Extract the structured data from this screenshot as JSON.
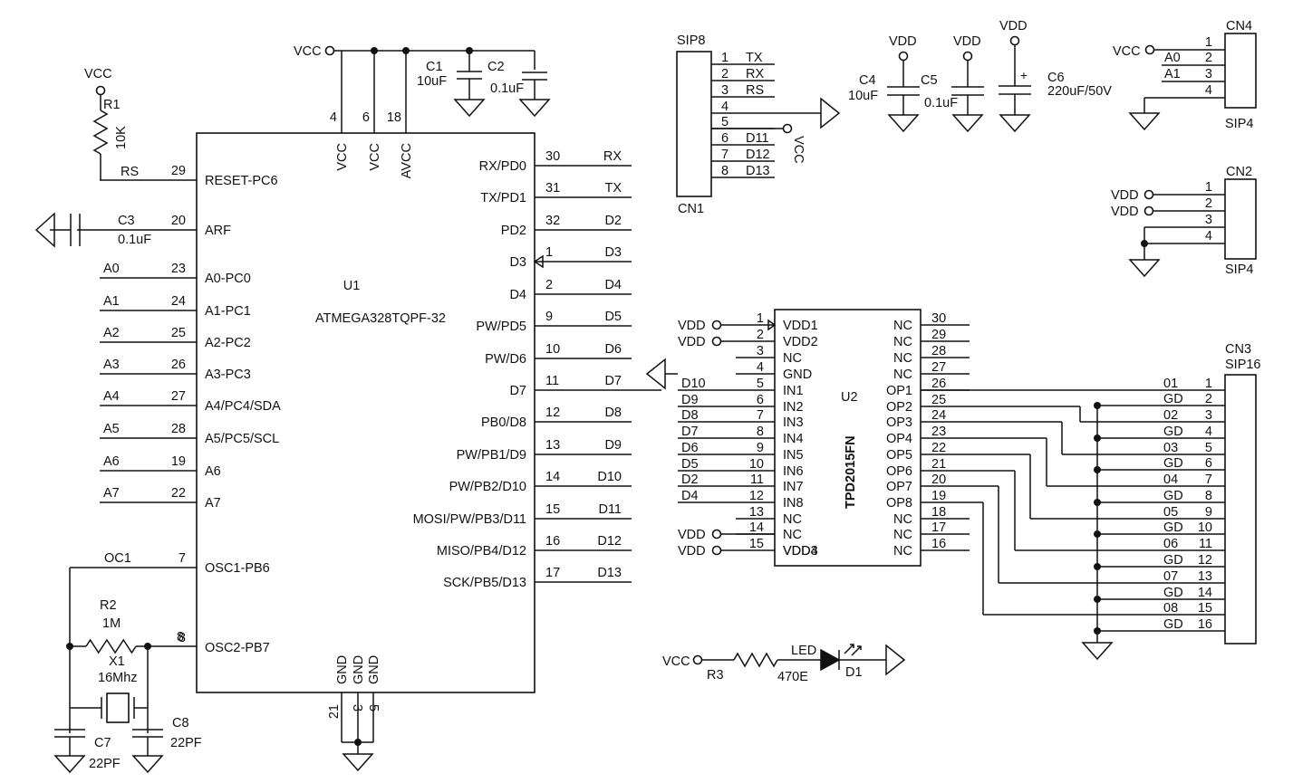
{
  "u1": {
    "ref": "U1",
    "part": "ATMEGA328TQPF-32",
    "left_pins": [
      {
        "num": "29",
        "name": "RESET-PC6",
        "net": "RS"
      },
      {
        "num": "20",
        "name": "ARF",
        "net": "C3"
      },
      {
        "num": "23",
        "name": "A0-PC0",
        "net": "A0"
      },
      {
        "num": "24",
        "name": "A1-PC1",
        "net": "A1"
      },
      {
        "num": "25",
        "name": "A2-PC2",
        "net": "A2"
      },
      {
        "num": "26",
        "name": "A3-PC3",
        "net": "A3"
      },
      {
        "num": "27",
        "name": "A4/PC4/SDA",
        "net": "A4"
      },
      {
        "num": "28",
        "name": "A5/PC5/SCL",
        "net": "A5"
      },
      {
        "num": "19",
        "name": "A6",
        "net": "A6"
      },
      {
        "num": "22",
        "name": "A7",
        "net": "A7"
      },
      {
        "num": "7",
        "name": "OSC1-PB6",
        "net": "OC1"
      },
      {
        "num": "8",
        "name": "OSC2-PB7",
        "net": ""
      }
    ],
    "right_pins": [
      {
        "num": "30",
        "name": "RX/PD0",
        "net": "RX"
      },
      {
        "num": "31",
        "name": "TX/PD1",
        "net": "TX"
      },
      {
        "num": "32",
        "name": "PD2",
        "net": "D2"
      },
      {
        "num": "1",
        "name": "D3",
        "net": "D3"
      },
      {
        "num": "2",
        "name": "D4",
        "net": "D4"
      },
      {
        "num": "9",
        "name": "PW/PD5",
        "net": "D5"
      },
      {
        "num": "10",
        "name": "PW/D6",
        "net": "D6"
      },
      {
        "num": "11",
        "name": "D7",
        "net": "D7"
      },
      {
        "num": "12",
        "name": "PB0/D8",
        "net": "D8"
      },
      {
        "num": "13",
        "name": "PW/PB1/D9",
        "net": "D9"
      },
      {
        "num": "14",
        "name": "PW/PB2/D10",
        "net": "D10"
      },
      {
        "num": "15",
        "name": "MOSI/PW/PB3/D11",
        "net": "D11"
      },
      {
        "num": "16",
        "name": "MISO/PB4/D12",
        "net": "D12"
      },
      {
        "num": "17",
        "name": "SCK/PB5/D13",
        "net": "D13"
      }
    ],
    "top_pins": [
      {
        "num": "4",
        "name": "VCC"
      },
      {
        "num": "6",
        "name": "VCC"
      },
      {
        "num": "18",
        "name": "AVCC"
      }
    ],
    "bottom_pins": [
      {
        "num": "21",
        "name": "GND"
      },
      {
        "num": "3",
        "name": "GND"
      },
      {
        "num": "5",
        "name": "GND"
      }
    ]
  },
  "u2": {
    "ref": "U2",
    "part": "TPD2015FN",
    "left_pins": [
      {
        "num": "1",
        "name": "VDD1",
        "net": "VDD"
      },
      {
        "num": "2",
        "name": "VDD2",
        "net": "VDD"
      },
      {
        "num": "3",
        "name": "NC",
        "net": ""
      },
      {
        "num": "4",
        "name": "GND",
        "net": ""
      },
      {
        "num": "5",
        "name": "IN1",
        "net": "D10"
      },
      {
        "num": "6",
        "name": "IN2",
        "net": "D9"
      },
      {
        "num": "7",
        "name": "IN3",
        "net": "D8"
      },
      {
        "num": "8",
        "name": "IN4",
        "net": "D7"
      },
      {
        "num": "9",
        "name": "IN5",
        "net": "D6"
      },
      {
        "num": "10",
        "name": "IN6",
        "net": "D5"
      },
      {
        "num": "11",
        "name": "IN7",
        "net": "D2"
      },
      {
        "num": "12",
        "name": "IN8",
        "net": "D4"
      },
      {
        "num": "13",
        "name": "NC",
        "net": ""
      },
      {
        "num": "14",
        "name": "NC",
        "net": ""
      },
      {
        "num": "15",
        "name": "VDD3",
        "net": "VDD"
      },
      {
        "num": "",
        "name": "VDD4",
        "net": "VDD"
      }
    ],
    "right_pins": [
      {
        "num": "30",
        "name": "NC"
      },
      {
        "num": "29",
        "name": "NC"
      },
      {
        "num": "28",
        "name": "NC"
      },
      {
        "num": "27",
        "name": "NC"
      },
      {
        "num": "26",
        "name": "OP1"
      },
      {
        "num": "25",
        "name": "OP2"
      },
      {
        "num": "24",
        "name": "OP3"
      },
      {
        "num": "23",
        "name": "OP4"
      },
      {
        "num": "22",
        "name": "OP5"
      },
      {
        "num": "21",
        "name": "OP6"
      },
      {
        "num": "20",
        "name": "OP7"
      },
      {
        "num": "19",
        "name": "OP8"
      },
      {
        "num": "18",
        "name": "NC"
      },
      {
        "num": "17",
        "name": "NC"
      },
      {
        "num": "16",
        "name": "NC"
      }
    ]
  },
  "cn1": {
    "ref": "CN1",
    "type": "SIP8",
    "pins": [
      {
        "num": "1",
        "net": "TX"
      },
      {
        "num": "2",
        "net": "RX"
      },
      {
        "num": "3",
        "net": "RS"
      },
      {
        "num": "4",
        "net": ""
      },
      {
        "num": "5",
        "net": ""
      },
      {
        "num": "6",
        "net": "D11"
      },
      {
        "num": "7",
        "net": "D12"
      },
      {
        "num": "8",
        "net": "D13"
      }
    ],
    "vcc_label": "VCC"
  },
  "cn4": {
    "ref": "CN4",
    "type": "SIP4",
    "pins": [
      {
        "num": "1",
        "net": "VCC"
      },
      {
        "num": "2",
        "net": "A0"
      },
      {
        "num": "3",
        "net": "A1"
      },
      {
        "num": "4",
        "net": ""
      }
    ]
  },
  "cn2": {
    "ref": "CN2",
    "type": "SIP4",
    "pins": [
      {
        "num": "1",
        "net": "VDD"
      },
      {
        "num": "2",
        "net": "VDD"
      },
      {
        "num": "3",
        "net": ""
      },
      {
        "num": "4",
        "net": ""
      }
    ]
  },
  "cn3": {
    "ref": "CN3",
    "type": "SIP16",
    "pins": [
      {
        "num": "1",
        "net": "01"
      },
      {
        "num": "2",
        "net": "GD"
      },
      {
        "num": "3",
        "net": "02"
      },
      {
        "num": "4",
        "net": "GD"
      },
      {
        "num": "5",
        "net": "03"
      },
      {
        "num": "6",
        "net": "GD"
      },
      {
        "num": "7",
        "net": "04"
      },
      {
        "num": "8",
        "net": "GD"
      },
      {
        "num": "9",
        "net": "05"
      },
      {
        "num": "10",
        "net": "GD"
      },
      {
        "num": "11",
        "net": "06"
      },
      {
        "num": "12",
        "net": "GD"
      },
      {
        "num": "13",
        "net": "07"
      },
      {
        "num": "14",
        "net": "GD"
      },
      {
        "num": "15",
        "net": "08"
      },
      {
        "num": "16",
        "net": "GD"
      }
    ]
  },
  "parts": {
    "r1": {
      "ref": "R1",
      "value": "10K"
    },
    "r2": {
      "ref": "R2",
      "value": "1M"
    },
    "r3": {
      "ref": "R3",
      "value": "470E"
    },
    "c1": {
      "ref": "C1",
      "value": "10uF"
    },
    "c2": {
      "ref": "C2",
      "value": "0.1uF"
    },
    "c3": {
      "ref": "C3",
      "value": "0.1uF"
    },
    "c4": {
      "ref": "C4",
      "value": "10uF"
    },
    "c5": {
      "ref": "C5",
      "value": "0.1uF"
    },
    "c6": {
      "ref": "C6",
      "value": "220uF/50V",
      "polarity": "+"
    },
    "c7": {
      "ref": "C7",
      "value": "22PF"
    },
    "c8": {
      "ref": "C8",
      "value": "22PF"
    },
    "x1": {
      "ref": "X1",
      "value": "16Mhz"
    },
    "d1": {
      "ref": "D1",
      "type": "LED"
    }
  },
  "power": {
    "vcc": "VCC",
    "vdd": "VDD"
  }
}
